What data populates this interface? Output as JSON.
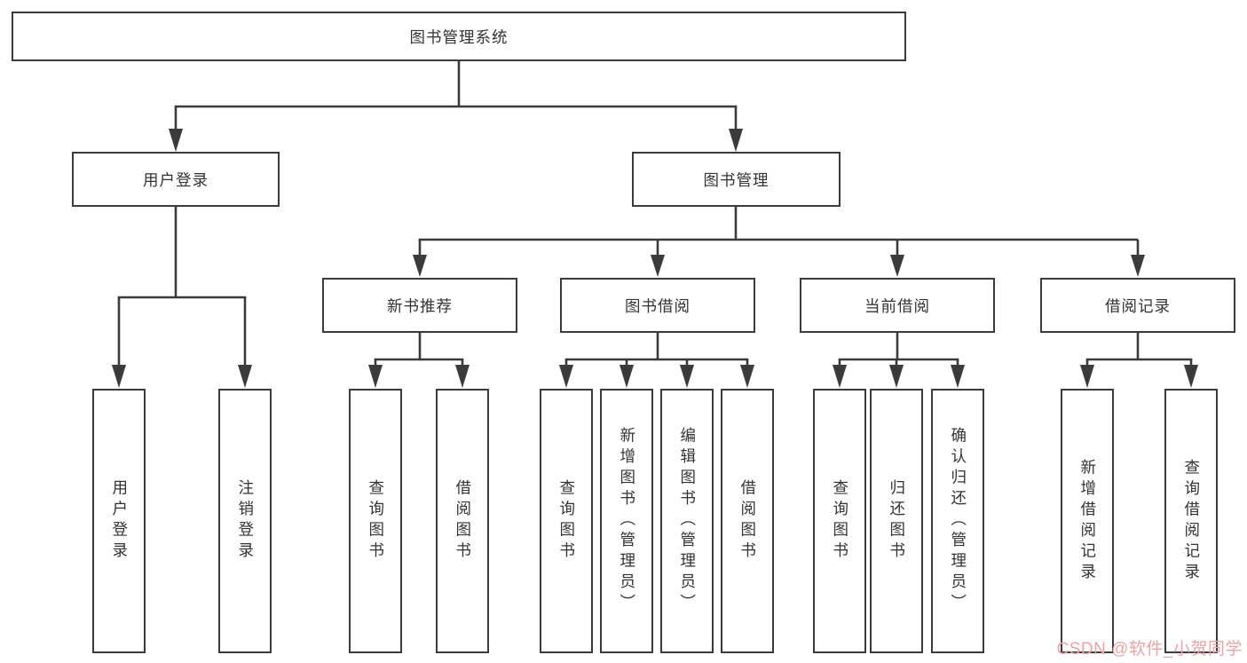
{
  "tree": {
    "root": "图书管理系统",
    "user_login": {
      "label": "用户登录",
      "children": [
        "用户登录",
        "注销登录"
      ]
    },
    "book_management": {
      "label": "图书管理",
      "sections": [
        {
          "label": "新书推荐",
          "children": [
            "查询图书",
            "借阅图书"
          ]
        },
        {
          "label": "图书借阅",
          "children": [
            "查询图书",
            "新增图书（管理员）",
            "编辑图书（管理员）",
            "借阅图书"
          ]
        },
        {
          "label": "当前借阅",
          "children": [
            "查询图书",
            "归还图书",
            "确认归还（管理员）"
          ]
        },
        {
          "label": "借阅记录",
          "children": [
            "新增借阅记录",
            "查询借阅记录"
          ]
        }
      ]
    }
  },
  "watermark": {
    "text": "CSDN @软件_小贺同学"
  },
  "colors": {
    "line": "#3b3b3b",
    "text": "#333333",
    "background": "#ffffff",
    "watermark": "#efa1a3"
  }
}
